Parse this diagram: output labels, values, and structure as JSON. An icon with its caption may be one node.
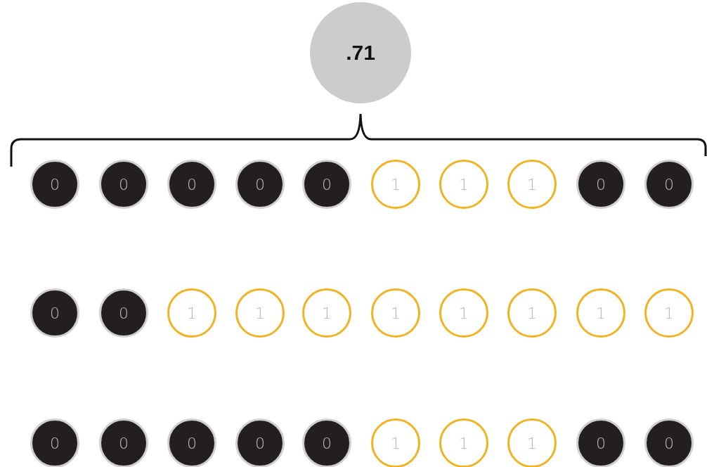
{
  "diagram": {
    "nodes": [
      {
        "text": [
          ".71"
        ]
      },
      {
        "text": [
          "0"
        ]
      },
      {
        "text": [
          "0"
        ]
      },
      {
        "text": [
          "0"
        ]
      },
      {
        "text": [
          "0"
        ]
      },
      {
        "text": [
          "0"
        ]
      },
      {
        "text": [
          "1"
        ]
      },
      {
        "text": [
          "1"
        ]
      },
      {
        "text": [
          "1"
        ]
      },
      {
        "text": [
          "0"
        ]
      },
      {
        "text": [
          "0"
        ]
      },
      {
        "text": [
          "0"
        ]
      },
      {
        "text": [
          "0"
        ]
      },
      {
        "text": [
          "1"
        ]
      },
      {
        "text": [
          "1"
        ]
      },
      {
        "text": [
          "1"
        ]
      },
      {
        "text": [
          "1"
        ]
      },
      {
        "text": [
          "1"
        ]
      },
      {
        "text": [
          "1"
        ]
      },
      {
        "text": [
          "1"
        ]
      },
      {
        "text": [
          "1"
        ]
      },
      {
        "text": [
          "0"
        ]
      },
      {
        "text": [
          "0"
        ]
      },
      {
        "text": [
          "0"
        ]
      },
      {
        "text": [
          "0"
        ]
      },
      {
        "text": [
          "0"
        ]
      },
      {
        "text": [
          "1"
        ]
      },
      {
        "text": [
          "1"
        ]
      },
      {
        "text": [
          "1"
        ]
      },
      {
        "text": [
          "0"
        ]
      },
      {
        "text": [
          "0"
        ]
      }
    ]
  }
}
